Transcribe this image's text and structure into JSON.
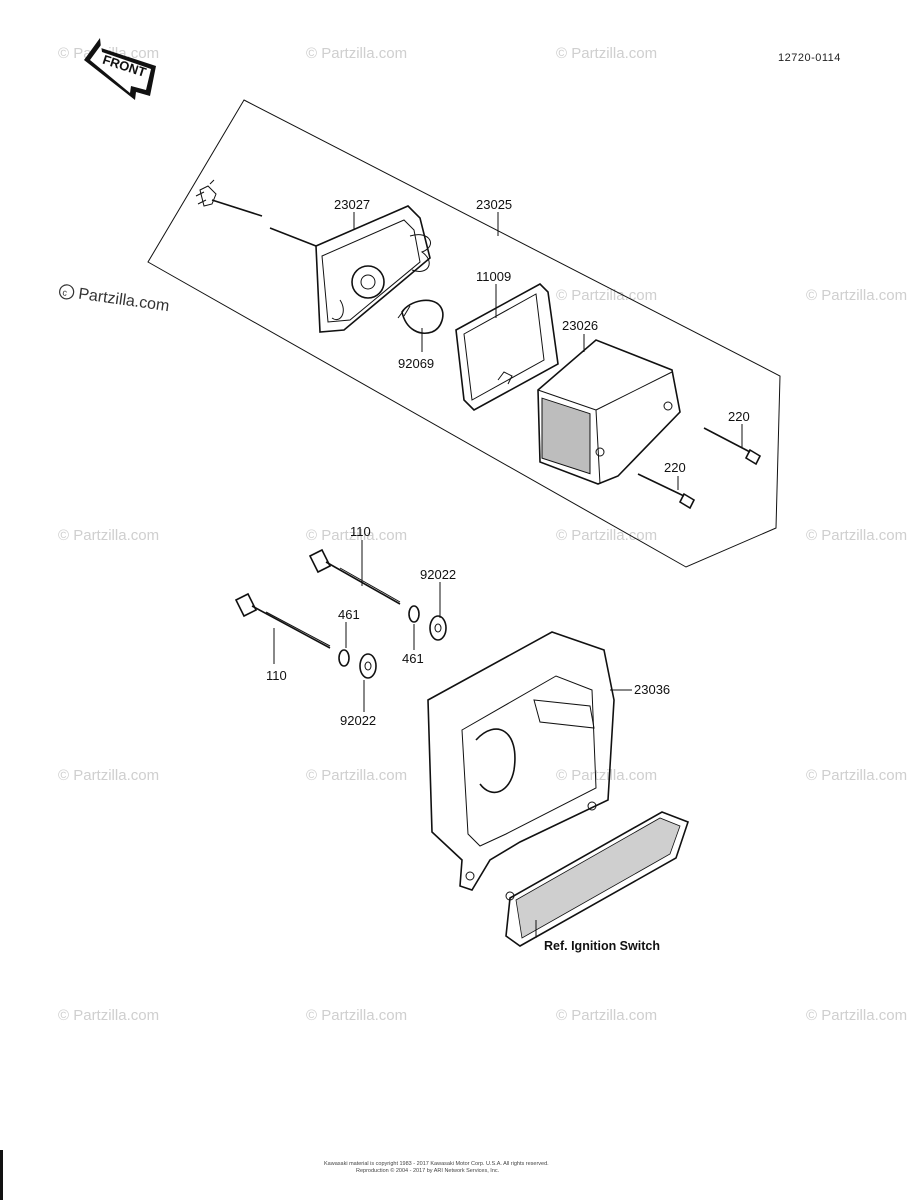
{
  "diagram_code": "12720-0114",
  "front_label": "FRONT",
  "watermark": "© Partzilla.com",
  "watermark_text": "Partzilla.com",
  "copyright_line1": "Kawasaki material is copyright 1983 - 2017 Kawasaki Motor Corp. U.S.A. All rights reserved.",
  "copyright_line2": "Reproduction © 2004 - 2017 by ARI Network Services, Inc.",
  "callouts": {
    "c23027": "23027",
    "c23025": "23025",
    "c11009": "11009",
    "c92069": "92069",
    "c23026": "23026",
    "c220a": "220",
    "c220b": "220",
    "c110a": "110",
    "c110b": "110",
    "c92022a": "92022",
    "c92022b": "92022",
    "c461a": "461",
    "c461b": "461",
    "c23036": "23036",
    "ref": "Ref. Ignition Switch"
  }
}
